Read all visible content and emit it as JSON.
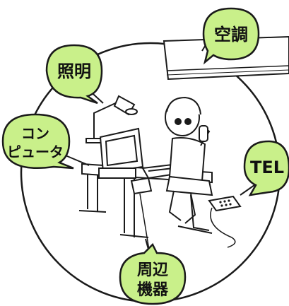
{
  "labels": {
    "aircon": "空調",
    "lighting": "照明",
    "computer_line1": "コン",
    "computer_line2": "ピュータ",
    "tel": "TEL",
    "peripherals_line1": "周辺",
    "peripherals_line2": "機器"
  },
  "colors": {
    "bubble_fill": "#c9f08a",
    "bubble_stroke": "#1a1a1a",
    "line": "#1a1a1a",
    "background": "#ffffff"
  },
  "icons": [
    "air-conditioner-icon",
    "desk-lamp-icon",
    "computer-icon",
    "telephone-icon",
    "peripheral-device-icon",
    "office-worker-illustration"
  ]
}
